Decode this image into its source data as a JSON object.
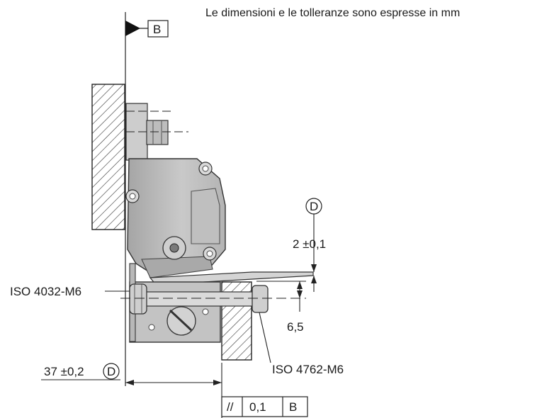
{
  "note": "Le dimensioni e le tolleranze sono espresse in mm",
  "datum_b": "B",
  "datum_d": "D",
  "dim_gap": "2 ±0,1",
  "dim_height": "6,5",
  "dim_offset": "37 ±0,2",
  "screw_nut": "ISO 4032-M6",
  "screw_bolt": "ISO 4762-M6",
  "tolerance": {
    "symbol": "//",
    "value": "0,1",
    "datum": "B"
  }
}
